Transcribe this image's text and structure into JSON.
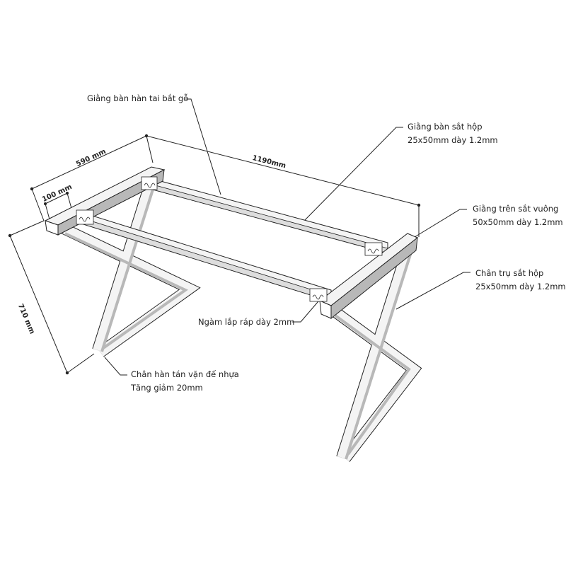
{
  "labels": {
    "top_rail_tab": "Giằng bàn hàn tai bắt gỗ",
    "rail_line1": "Giằng bàn sắt hộp",
    "rail_line2": "25x50mm dày 1.2mm",
    "top_bar_line1": "Giằng trên sắt vuông",
    "top_bar_line2": "50x50mm dày 1.2mm",
    "leg_line1": "Chân trụ sắt hộp",
    "leg_line2": "25x50mm dày 1.2mm",
    "joint": "Ngàm lắp ráp dày 2mm",
    "foot_line1": "Chân hàn tán vặn đế nhựa",
    "foot_line2": "Tăng giảm 20mm"
  },
  "dimensions": {
    "width": "590 mm",
    "length": "1190mm",
    "offset": "100 mm",
    "height": "710 mm"
  },
  "colors": {
    "stroke": "#222222",
    "shade": "#b8b8b8",
    "face": "#f2f2f2"
  }
}
